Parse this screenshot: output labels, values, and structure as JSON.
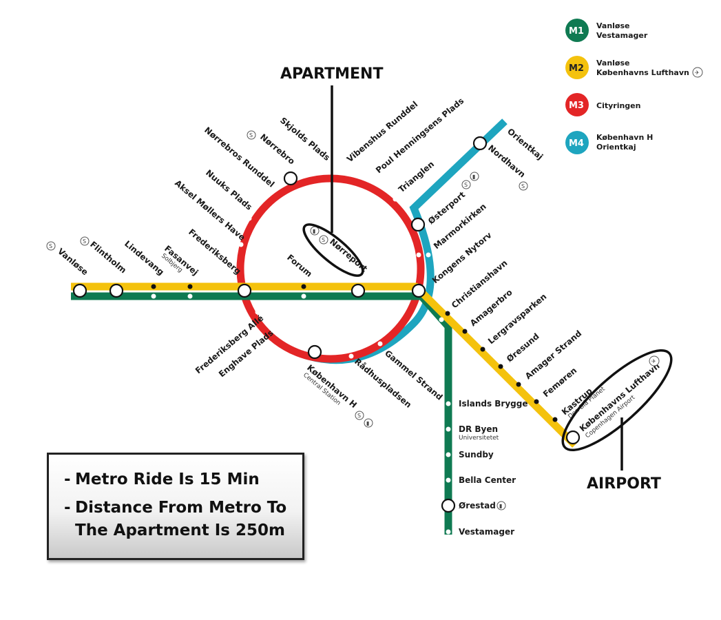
{
  "legend": [
    {
      "badge": "M1",
      "color": "#0f7a52",
      "lines": [
        "Vanløse",
        "Vestamager"
      ]
    },
    {
      "badge": "M2",
      "color": "#f4c20d",
      "lines": [
        "Vanløse",
        "Københavns Lufthavn"
      ]
    },
    {
      "badge": "M3",
      "color": "#e32526",
      "lines": [
        "Cityringen"
      ]
    },
    {
      "badge": "M4",
      "color": "#1ea5bf",
      "lines": [
        "København H",
        "Orientkaj"
      ]
    }
  ],
  "callouts": {
    "apartment": "APARTMENT",
    "airport": "AIRPORT"
  },
  "info": {
    "line1": "Metro Ride Is 15 Min",
    "line2a": "Distance From Metro To",
    "line2b": "The Apartment Is 250m",
    "dash": "-"
  },
  "stations": {
    "vanlose": "Vanløse",
    "flintholm": "Flintholm",
    "lindevang": "Lindevang",
    "fasanvej": "Fasanvej",
    "fasanvej_sub": "Solbjerg",
    "frederiksberg": "Frederiksberg",
    "forum": "Forum",
    "norreport": "Nørreport",
    "kongens_nytorv": "Kongens Nytorv",
    "christianshavn": "Christianshavn",
    "islands_brygge": "Islands Brygge",
    "dr_byen": "DR Byen",
    "dr_byen_sub": "Universitetet",
    "sundby": "Sundby",
    "bella_center": "Bella Center",
    "orestad": "Ørestad",
    "vestamager": "Vestamager",
    "amagerbro": "Amagerbro",
    "lergravsparken": "Lergravsparken",
    "oresund": "Øresund",
    "amager_strand": "Amager Strand",
    "femoren": "Femøren",
    "kastrup": "Kastrup",
    "kastrup_sub": "Den Blå Planet",
    "lufthavn": "Københavns Lufthavn",
    "lufthavn_sub": "Copenhagen Airport",
    "aksel": "Aksel Møllers Have",
    "nuuks": "Nuuks Plads",
    "norrebros_runddel": "Nørrebros Runddel",
    "norrebro": "Nørrebro",
    "skjolds": "Skjolds Plads",
    "vibenshus": "Vibenshus Runddel",
    "poul": "Poul Henningsens Plads",
    "trianglen": "Trianglen",
    "osterport": "Østerport",
    "marmorkirken": "Marmorkirken",
    "nordhavn": "Nordhavn",
    "orientkaj": "Orientkaj",
    "frb_alle": "Frederiksberg Allé",
    "enghave": "Enghave Plads",
    "kbh_h": "København H",
    "kbh_h_sub": "Central Station",
    "radhuspladsen": "Rådhuspladsen",
    "gammel_strand": "Gammel Strand"
  }
}
